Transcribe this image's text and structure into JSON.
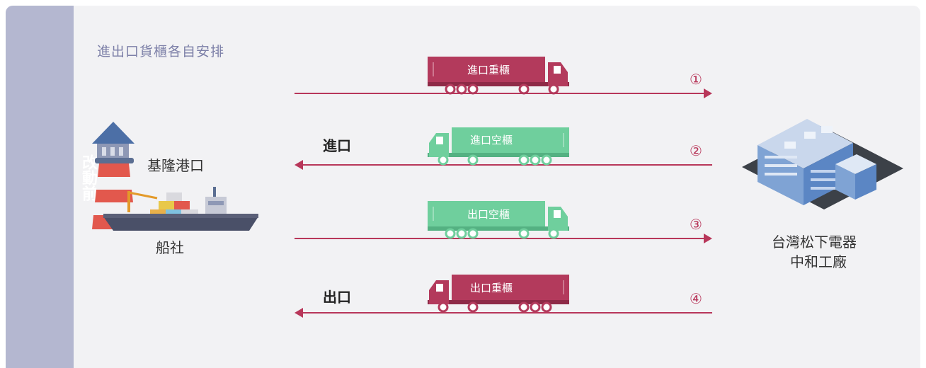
{
  "side_label": "改動前",
  "subtitle": "進出口貨櫃各自安排",
  "port": {
    "name": "基隆港口",
    "ship_label": "船社"
  },
  "factory": {
    "line1": "台灣松下電器",
    "line2": "中和工廠"
  },
  "flows": [
    {
      "number": "①",
      "truck_label": "進口重櫃",
      "truck_type": "loaded",
      "truck_color": "#b33a5c",
      "direction": "right",
      "side_label": ""
    },
    {
      "number": "②",
      "truck_label": "進口空櫃",
      "truck_type": "empty",
      "truck_color": "#6fcf9d",
      "direction": "left",
      "side_label": "進口"
    },
    {
      "number": "③",
      "truck_label": "出口空櫃",
      "truck_type": "empty",
      "truck_color": "#6fcf9d",
      "direction": "right",
      "side_label": ""
    },
    {
      "number": "④",
      "truck_label": "出口重櫃",
      "truck_type": "loaded",
      "truck_color": "#b33a5c",
      "direction": "left",
      "side_label": "出口"
    }
  ],
  "colors": {
    "arrow": "#b8375a",
    "side_tab": "#b4b7d0",
    "subtitle": "#7d80a8",
    "loaded_truck": "#b33a5c",
    "empty_truck": "#6fcf9d"
  },
  "icons": [
    "lighthouse-icon",
    "cargo-ship-icon",
    "truck-icon",
    "factory-building-icon"
  ]
}
